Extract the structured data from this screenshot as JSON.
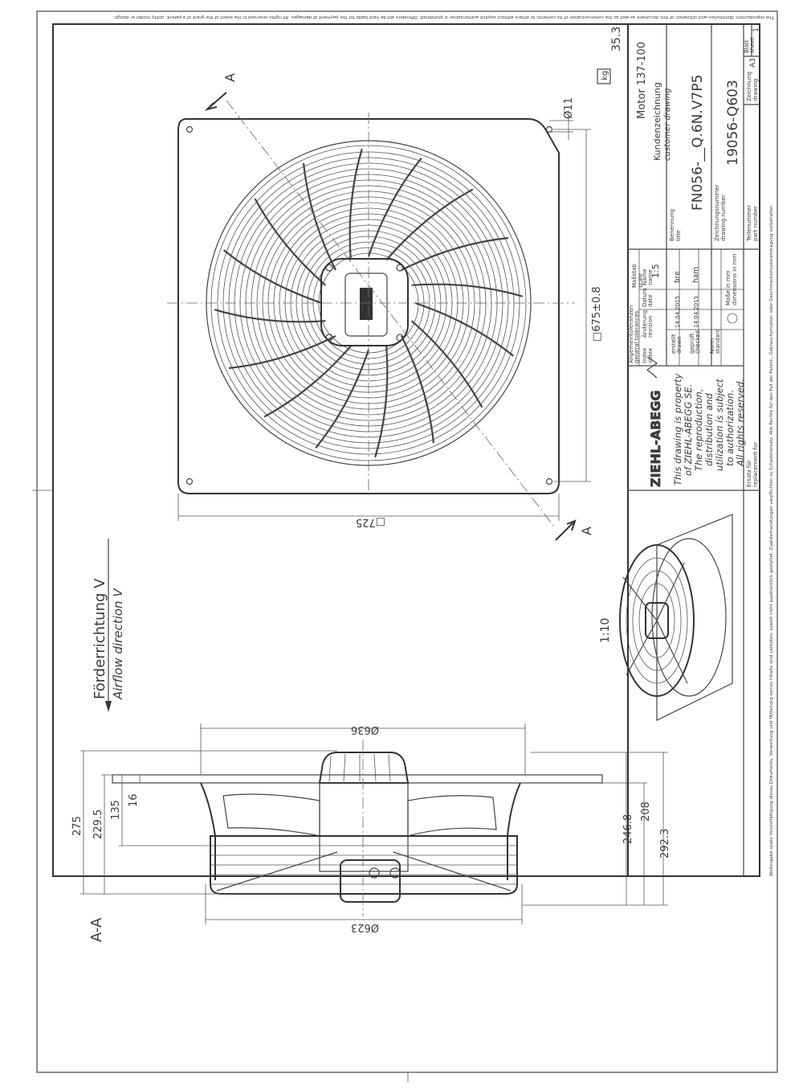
{
  "top_notice": "The reproduction, distribution and utilization of this document as well as the communication of its contents to others without explicit authorization is prohibited. Offenders will be held liable for the payment of damages. All rights reserved in the event of the grant of a patent, utility model or design.",
  "side_notice": "Weitergabe sowie Vervielfältigung dieses Dokuments, Verwertung und Mitteilung seines Inhalts sind verboten, soweit nicht ausdrücklich gestattet. Zuwiderhandlungen verpflichten zu Schadenersatz. Alle Rechte für den Fall der Patent-, Gebrauchsmuster- oder Geschmacksmustereintragung vorbehalten.",
  "front_view": {
    "section_marker": "A",
    "dim_hole": "Ø11",
    "dim_hole_pitch": "□675±0.8",
    "dim_plate": "□725"
  },
  "airflow": {
    "label_de": "Förderrichtung V",
    "label_en": "Airflow direction V"
  },
  "scale_iso": "1:10",
  "section_view": {
    "label": "A-A",
    "dim_top_dia": "Ø636",
    "dim_bottom_dia": "Ø623",
    "dims_left": [
      "275",
      "229.5",
      "135",
      "16"
    ],
    "dims_right": [
      "246.8",
      "208",
      "292.3"
    ]
  },
  "title_block": {
    "weight_unit": "kg",
    "weight": "35.3",
    "motor": "Motor 137-100",
    "doc_type_de": "Kundenzeichnung",
    "doc_type_en": "customer drawing",
    "title_label_de": "Benennung",
    "title_label_en": "title",
    "title": "FN056-__Q.6N.V7P5",
    "drawing_number_label_de": "Zeichnungsnummer",
    "drawing_number_label_en": "drawing number",
    "drawing_number": "19056-Q603",
    "part_number_label_de": "Teilenummer",
    "part_number_label_en": "part number",
    "format_label_de": "Zeichnung",
    "format_label_en": "drawing",
    "format": "A3",
    "sheet_label_de": "Blatt",
    "sheet_label_en": "sheet",
    "sheet": "1",
    "scale_label_de": "Maßstab",
    "scale_label_en": "scale",
    "scale": "1:5",
    "tolerance_de": "Allgemeintoleranzen",
    "tolerance_en": "general tolerances",
    "col_index_de": "Index",
    "col_index_en": "index",
    "col_revision_de": "Änderung",
    "col_revision_en": "revision",
    "col_date_de": "Datum",
    "col_date_en": "date",
    "col_name_de": "Name",
    "col_name_en": "name",
    "drawn_de": "erstellt",
    "drawn_en": "drawn",
    "drawn_date": "14.04.2015",
    "drawn_name": "bre",
    "checked_de": "geprüft",
    "checked_en": "checked",
    "checked_date": "14.04.2015",
    "checked_name": "ham",
    "standard_de": "Norm",
    "standard_en": "standard",
    "dims_in_mm_de": "Maße in mm",
    "dims_in_mm_en": "dimensions in mm",
    "company": "ZIEHL-ABEGG",
    "property_lines": [
      "This drawing is property",
      "of ZIEHL-ABEGG SE.",
      "The reproduction,",
      "distribution and",
      "utilization is subject",
      "to authorization.",
      "All rights reserved."
    ],
    "replacement_de": "Ersatz für",
    "replacement_en": "replacement for"
  }
}
